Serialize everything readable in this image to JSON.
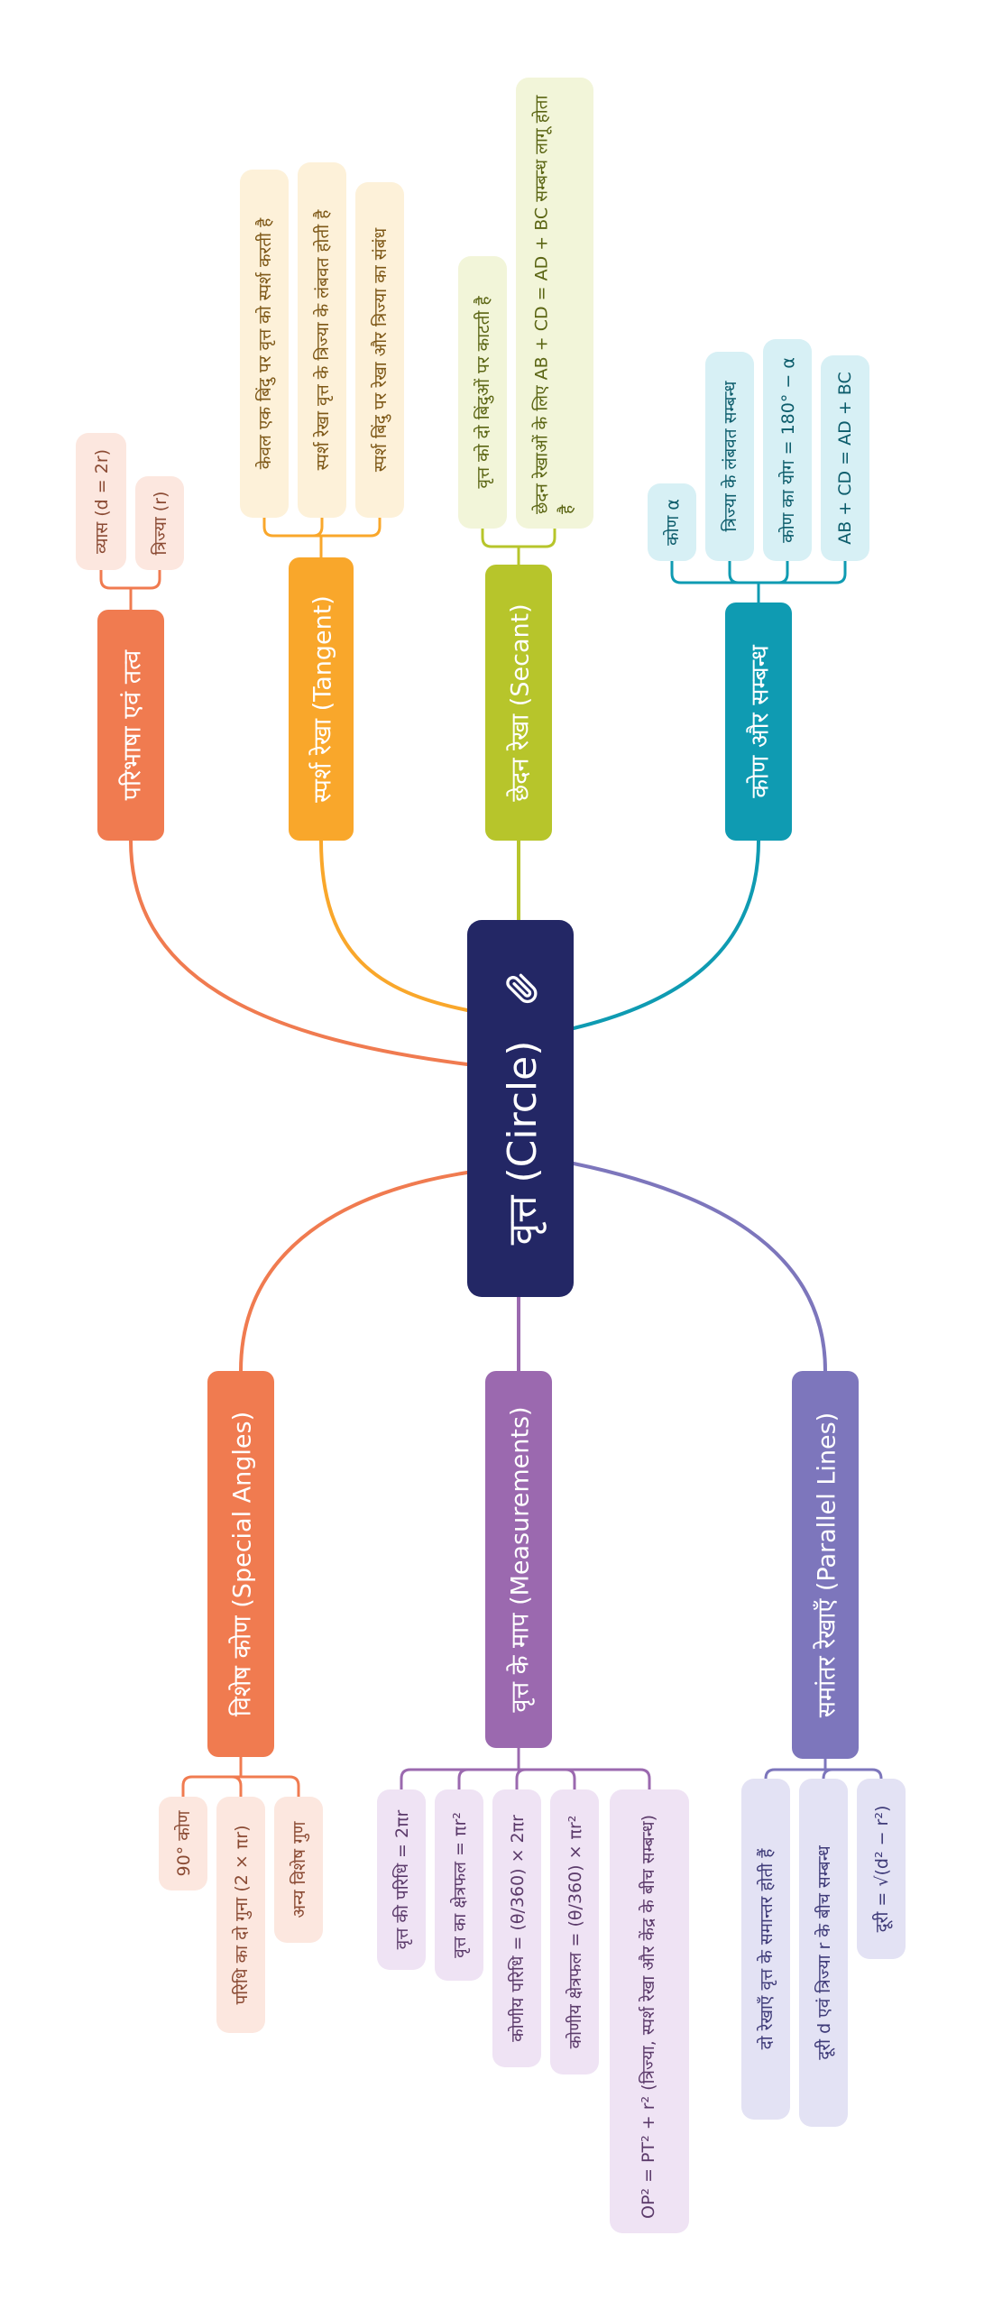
{
  "colors": {
    "root_bg": "#232765",
    "definition": "#F07B50",
    "tangent": "#F9A72B",
    "secant": "#B7C52B",
    "angles": "#0F9BB2",
    "special": "#F07B50",
    "measure": "#9B69AF",
    "parallel": "#7D76BC"
  },
  "root": {
    "label": "वृत्त (Circle)",
    "icon": "paperclip-icon"
  },
  "branches": {
    "definition": {
      "label": "परिभाषा एवं तत्व",
      "leaves": [
        "व्यास (d = 2r)",
        "त्रिज्या (r)"
      ]
    },
    "tangent": {
      "label": "स्पर्श रेखा (Tangent)",
      "leaves": [
        "केवल एक बिंदु पर वृत्त को स्पर्श करती है",
        "स्पर्श रेखा वृत्त के त्रिज्या के लंबवत होती है",
        "स्पर्श बिंदु पर रेखा और त्रिज्या का संबंध"
      ]
    },
    "secant": {
      "label": "छेदन रेखा (Secant)",
      "leaves": [
        "वृत्त को दो बिंदुओं पर काटती है",
        "छेदन रेखाओं के लिए AB + CD = AD + BC सम्बन्ध लागू होता है"
      ]
    },
    "angles": {
      "label": "कोण और सम्बन्ध",
      "leaves": [
        "कोण α",
        "त्रिज्या के लंबवत सम्बन्ध",
        "कोण का योग = 180° − α",
        "AB + CD = AD + BC"
      ]
    },
    "special": {
      "label": "विशेष कोण (Special Angles)",
      "leaves": [
        "90° कोण",
        "परिधि का दो गुना (2 × πr)",
        "अन्य विशेष गुण"
      ]
    },
    "measure": {
      "label": "वृत्त के माप (Measurements)",
      "leaves": [
        "वृत्त की परिधि = 2πr",
        "वृत्त का क्षेत्रफल = πr²",
        "कोणीय परिधि = (θ/360) × 2πr",
        "कोणीय क्षेत्रफल = (θ/360) × πr²",
        "OP² = PT² + r² (त्रिज्या, स्पर्श रेखा और केंद्र के बीच सम्बन्ध)"
      ]
    },
    "parallel": {
      "label": "समांतर रेखाएँ (Parallel Lines)",
      "leaves": [
        "दो रेखाएँ वृत्त के समान्तर होती हैं",
        "दूरी d एवं त्रिज्या r के बीच सम्बन्ध",
        "दूरी = √(d² − r²)"
      ]
    }
  }
}
